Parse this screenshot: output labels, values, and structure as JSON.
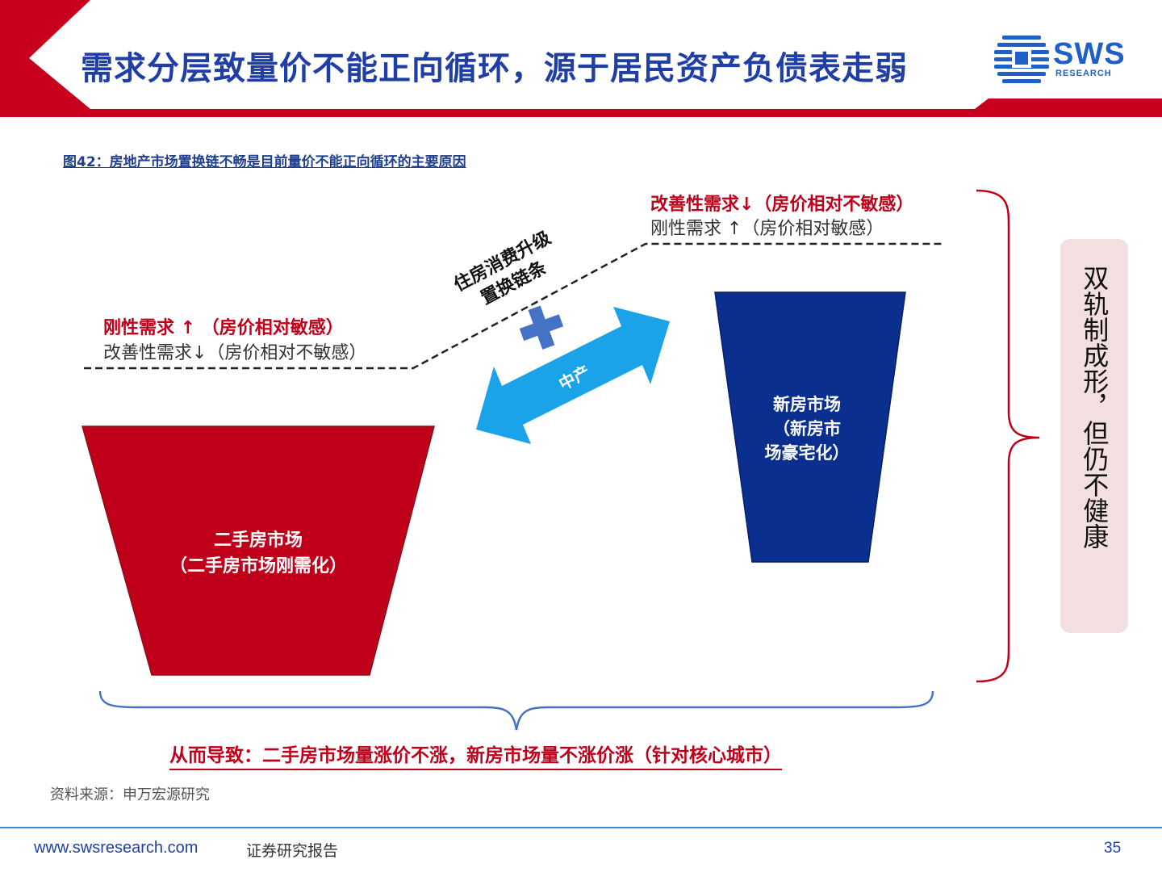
{
  "header": {
    "title": "需求分层致量价不能正向循环，源于居民资产负债表走弱",
    "logo_text": "SWS",
    "logo_sub": "RESEARCH"
  },
  "figure": {
    "caption": "图42：房地产市场置换链不畅是目前量价不能正向循环的主要原因",
    "left_tier": {
      "line1": "刚性需求  ↑ （房价相对敏感）",
      "line2": "改善性需求↓（房价相对不敏感）"
    },
    "right_tier": {
      "line1": "改善性需求↓（房价相对不敏感）",
      "line2": "刚性需求   ↑（房价相对敏感）"
    },
    "chain_label": {
      "line1": "住房消费升级",
      "line2": "置换链条"
    },
    "arrow_label": "中产",
    "left_funnel": {
      "line1": "二手房市场",
      "line2": "（二手房市场刚需化）"
    },
    "right_funnel": {
      "line1": "新房市场",
      "line2": "（新房市",
      "line3": "场豪宅化）"
    },
    "side_note": "双轨制成形，但仍不健康",
    "conclusion": "从而导致：二手房市场量涨价不涨，新房市场量不涨价涨（针对核心城市）",
    "source": "资料来源：申万宏源研究",
    "colors": {
      "red": "#c0001a",
      "navy": "#0a2f8f",
      "sky": "#1aa3e8",
      "accent_blue": "#4472c4"
    }
  },
  "footer": {
    "url": "www.swsresearch.com",
    "report": "证券研究报告",
    "page": "35"
  }
}
